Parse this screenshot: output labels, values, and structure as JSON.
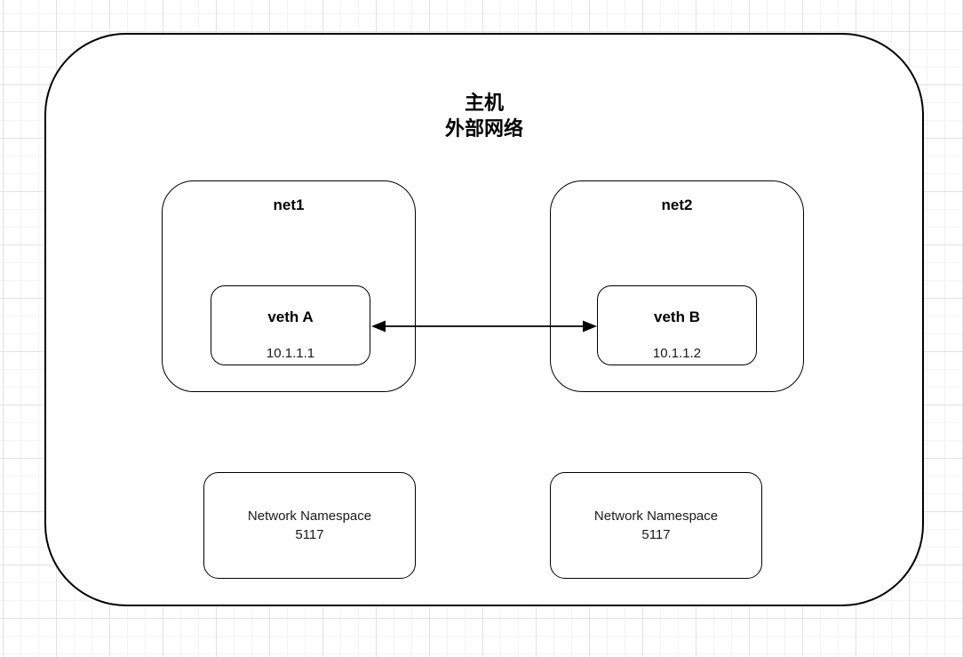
{
  "diagram": {
    "host": {
      "title_line1": "主机",
      "title_line2": "外部网络"
    },
    "net1": {
      "label": "net1",
      "veth": {
        "name": "veth A",
        "ip": "10.1.1.1"
      }
    },
    "net2": {
      "label": "net2",
      "veth": {
        "name": "veth B",
        "ip": "10.1.1.2"
      }
    },
    "connection": {
      "from": "veth A",
      "to": "veth B",
      "style": "double-headed-arrow"
    },
    "namespace_left": {
      "line1": "Network Namespace",
      "line2": "5117"
    },
    "namespace_right": {
      "line1": "Network Namespace",
      "line2": "5117"
    }
  },
  "colors": {
    "stroke": "#000000",
    "text": "#000000",
    "background": "#ffffff",
    "grid_minor": "#f3f3f3",
    "grid_major": "#e2e2e2"
  }
}
